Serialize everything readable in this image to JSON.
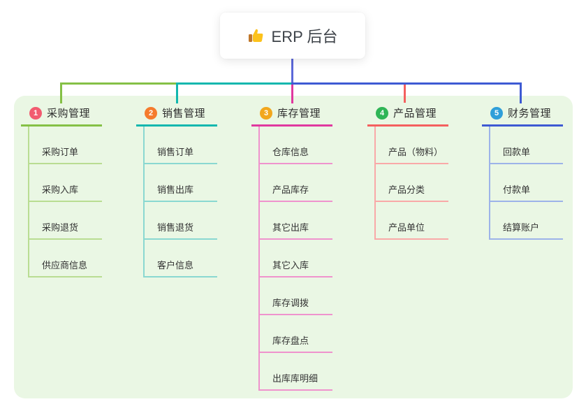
{
  "title": {
    "label": "ERP 后台",
    "icon": "thumbs-up"
  },
  "canvas": {
    "page_bg": "#ffffff",
    "panel_bg": "#eaf7e4"
  },
  "connectors": {
    "stem_color": "#5c68d9"
  },
  "branches": [
    {
      "index": "1",
      "label": "采购管理",
      "badge_color": "#f25b70",
      "line_color": "#85c046",
      "item_line_color": "#b9dd92",
      "items": [
        "采购订单",
        "采购入库",
        "采购退货",
        "供应商信息"
      ]
    },
    {
      "index": "2",
      "label": "销售管理",
      "badge_color": "#f57b2d",
      "line_color": "#12b7ae",
      "item_line_color": "#8ad8d1",
      "items": [
        "销售订单",
        "销售出库",
        "销售退货",
        "客户信息"
      ]
    },
    {
      "index": "3",
      "label": "库存管理",
      "badge_color": "#f2a71d",
      "line_color": "#e0399f",
      "item_line_color": "#ef93cd",
      "items": [
        "仓库信息",
        "产品库存",
        "其它出库",
        "其它入库",
        "库存调拨",
        "库存盘点",
        "出库库明细"
      ]
    },
    {
      "index": "4",
      "label": "产品管理",
      "badge_color": "#2fb556",
      "line_color": "#f4605f",
      "item_line_color": "#f9a9a8",
      "items": [
        "产品（物料）",
        "产品分类",
        "产品单位"
      ]
    },
    {
      "index": "5",
      "label": "财务管理",
      "badge_color": "#2f9fd9",
      "line_color": "#3e5ad3",
      "item_line_color": "#9db3e9",
      "items": [
        "回款单",
        "付款单",
        "结算账户"
      ]
    }
  ]
}
